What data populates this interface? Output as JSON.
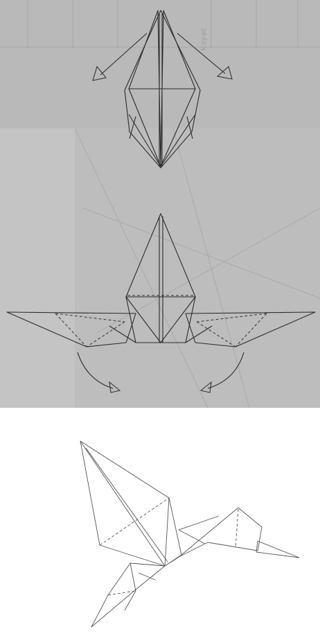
{
  "background": {
    "top_panel_color": "#c4c4c4",
    "upper_band_color": "#b9b9b9",
    "bottom_color": "#ffffff"
  },
  "watermark": {
    "text": "ɔɐʎɐʞ"
  },
  "steps": [
    {
      "id": "step-1",
      "description": ""
    },
    {
      "id": "step-2",
      "description": ""
    },
    {
      "id": "step-3",
      "description": ""
    }
  ]
}
